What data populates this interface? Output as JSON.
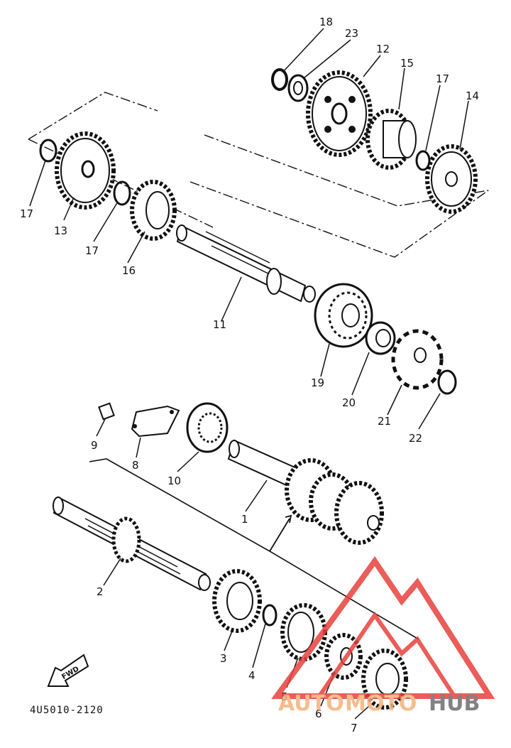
{
  "diagram": {
    "part_labels": {
      "p1": "1",
      "p2": "2",
      "p3": "3",
      "p4": "4",
      "p5": "5",
      "p6": "6",
      "p7": "7",
      "p8": "8",
      "p9": "9",
      "p10": "10",
      "p11": "11",
      "p12": "12",
      "p13": "13",
      "p14": "14",
      "p15": "15",
      "p16": "16",
      "p17a": "17",
      "p17b": "17",
      "p17c": "17",
      "p18": "18",
      "p19": "19",
      "p20": "20",
      "p21": "21",
      "p22": "22",
      "p23": "23"
    },
    "fwd_label": "FWD",
    "diagram_code": "4U5010-2120"
  },
  "watermark": {
    "auto": "AUTO",
    "moto": "MOTO",
    "hub": "HUB",
    "colors": {
      "primary": "#e8413c",
      "secondary": "#f3b27a",
      "hub": "#6d6d6d"
    }
  }
}
